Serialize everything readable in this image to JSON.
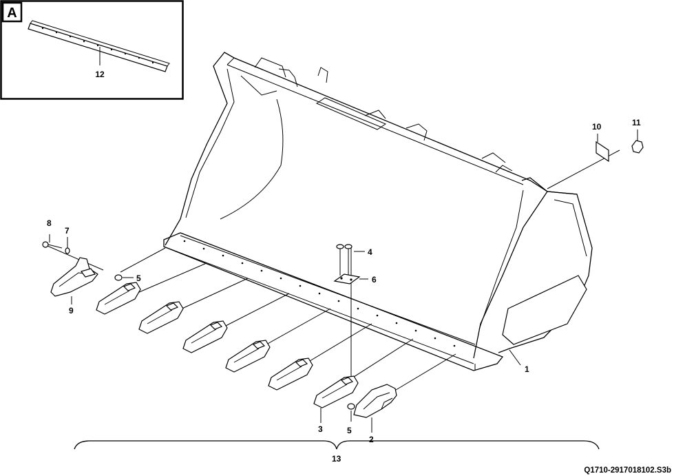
{
  "inset": {
    "letter": "A",
    "label": "12"
  },
  "callouts": {
    "c1": "1",
    "c2": "2",
    "c3": "3",
    "c4": "4",
    "c5a": "5",
    "c5b": "5",
    "c6": "6",
    "c7": "7",
    "c8": "8",
    "c9": "9",
    "c10": "10",
    "c11": "11",
    "c13": "13"
  },
  "drawing_code": "Q1710-2917018102.S3b",
  "colors": {
    "ink": "#000000",
    "paper": "#ffffff"
  }
}
